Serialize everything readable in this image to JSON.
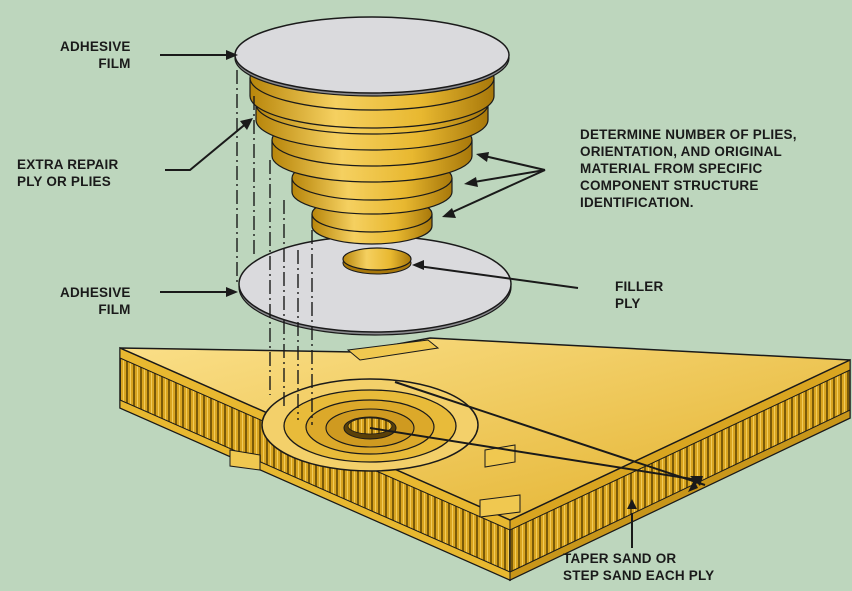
{
  "labels": {
    "adhesive_film_top": {
      "line1": "ADHESIVE",
      "line2": "FILM"
    },
    "extra_repair": {
      "line1": "EXTRA REPAIR",
      "line2": "PLY OR PLIES"
    },
    "determine": {
      "line1": "DETERMINE NUMBER OF PLIES,",
      "line2": "ORIENTATION, AND ORIGINAL",
      "line3": "MATERIAL FROM SPECIFIC",
      "line4": "COMPONENT STRUCTURE",
      "line5": "IDENTIFICATION."
    },
    "adhesive_film_bottom": {
      "line1": "ADHESIVE",
      "line2": "FILM"
    },
    "filler_ply": {
      "line1": "FILLER",
      "line2": "PLY"
    },
    "taper_sand": {
      "line1": "TAPER SAND OR",
      "line2": "STEP SAND EACH PLY"
    }
  },
  "colors": {
    "background": "#bdd6bd",
    "ply_gold": "#e8b830",
    "adhesive_gray": "#d9d9dc",
    "outline": "#1a1a1a"
  }
}
